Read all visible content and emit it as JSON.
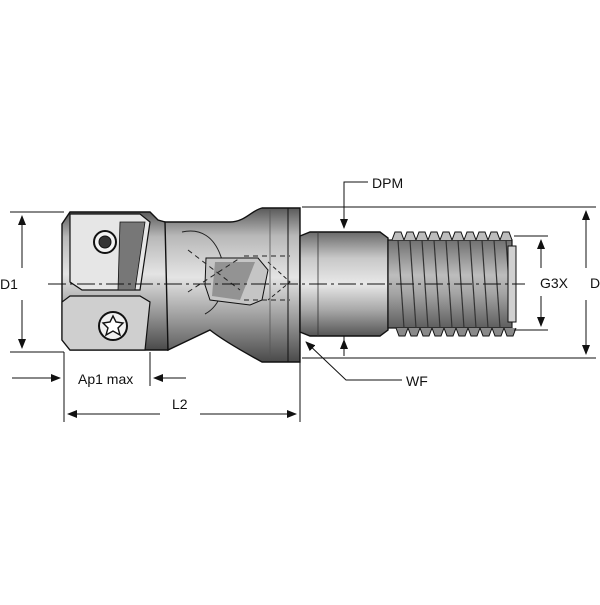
{
  "labels": {
    "d1": "D1",
    "ap1_max": "Ap1 max",
    "l2": "L2",
    "dpm": "DPM",
    "g3x": "G3X",
    "d": "D",
    "wf": "WF"
  },
  "colors": {
    "line": "#111111",
    "body_fill": "#9a9a9a",
    "body_dark": "#4a4a4a",
    "body_light": "#d8d8d8",
    "background": "#ffffff"
  }
}
